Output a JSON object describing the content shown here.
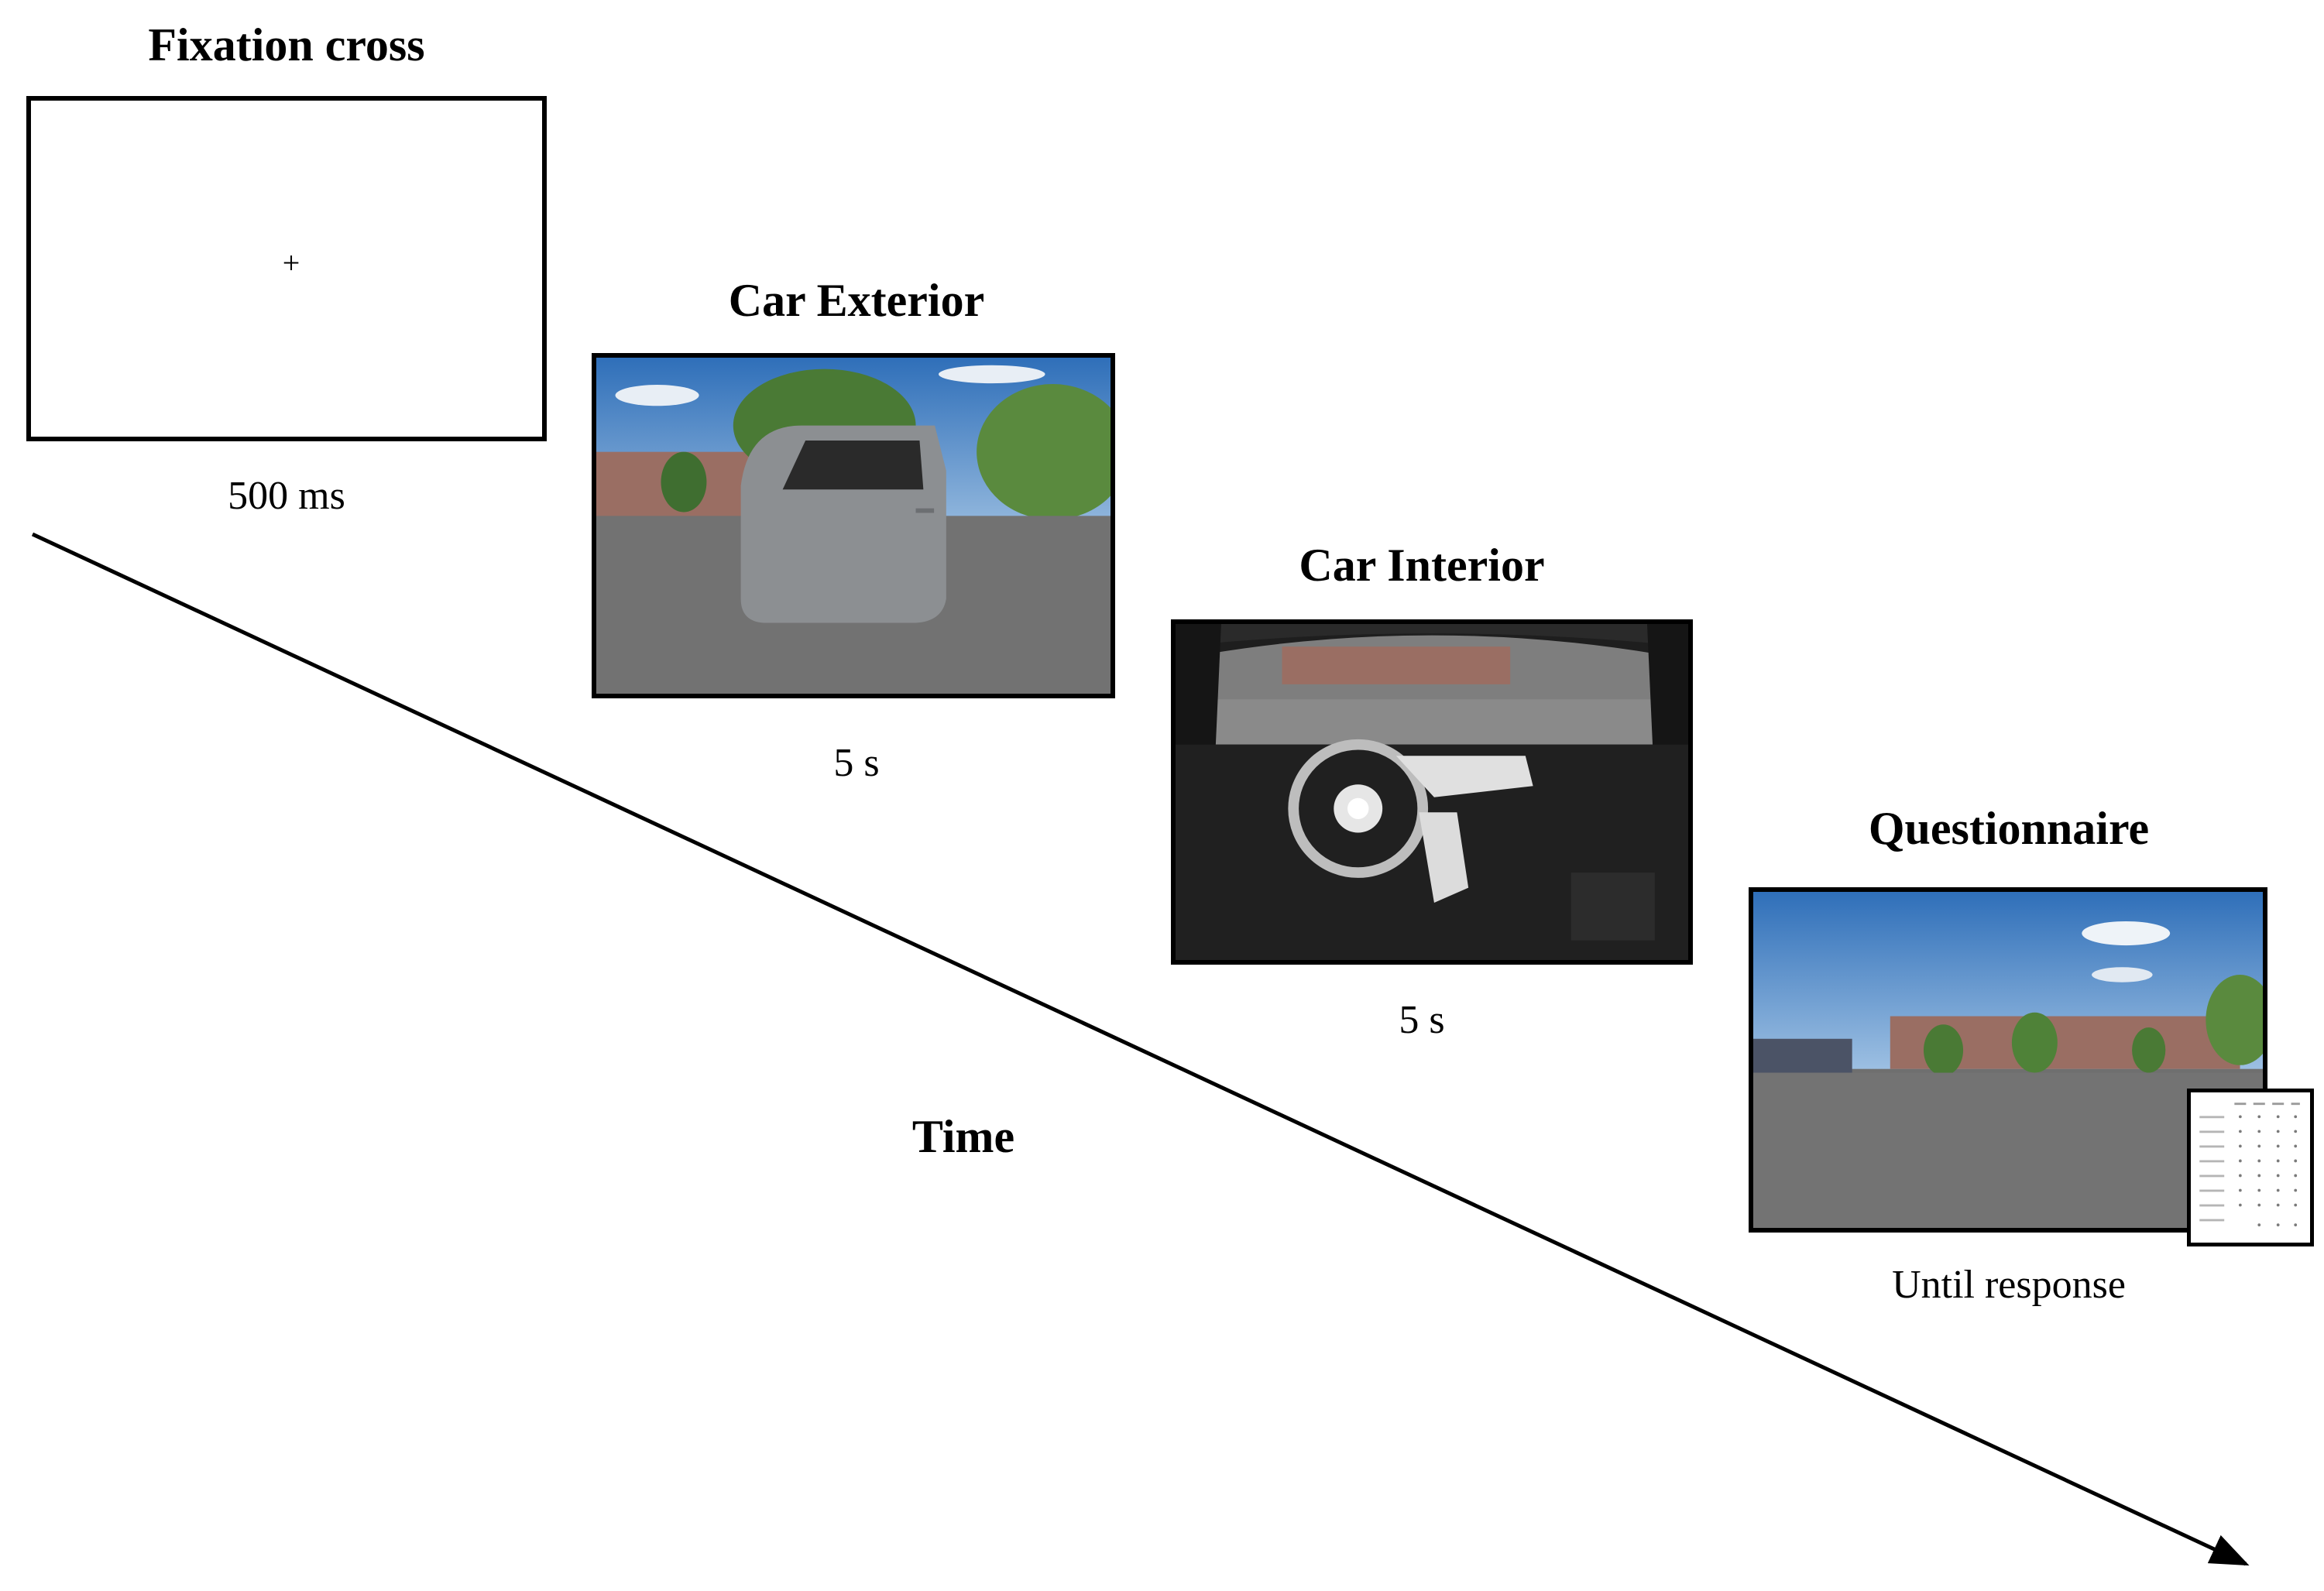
{
  "stages": [
    {
      "title": "Fixation cross",
      "duration": "500 ms",
      "stimulus": "fixation-cross",
      "cross_glyph": "+"
    },
    {
      "title": "Car Exterior",
      "duration": "5 s",
      "stimulus": "car-exterior-photo"
    },
    {
      "title": "Car Interior",
      "duration": "5 s",
      "stimulus": "car-interior-photo"
    },
    {
      "title": "Questionnaire",
      "duration": "Until response",
      "stimulus": "parking-lot-photo-with-questionnaire-sheet"
    }
  ],
  "axis": {
    "label": "Time"
  },
  "colors": {
    "sky": "#3f7fc4",
    "ground": "#6f6f6f",
    "brick": "#9a6e63",
    "trees": "#4f7f3a",
    "car": "#8c8f92"
  }
}
